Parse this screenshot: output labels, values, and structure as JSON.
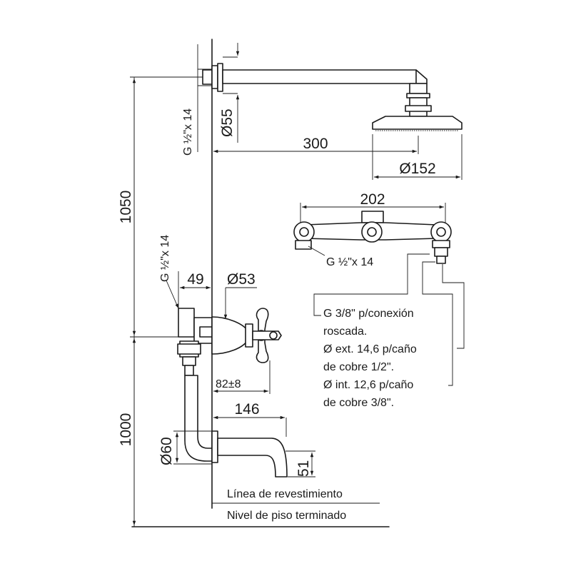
{
  "dimensions": {
    "height_shower": "1050",
    "height_floor": "1000",
    "arm_length": "300",
    "head_diameter": "Ø152",
    "flange_diameter": "Ø55",
    "thread_upper": "G ½\"x 14",
    "thread_mixer": "G ½\"x 14",
    "offset_49": "49",
    "handle_diameter": "Ø53",
    "depth_82": "82±8",
    "spout_146": "146",
    "spout_diameter": "Ø60",
    "spout_51": "51"
  },
  "detail": {
    "width_202": "202",
    "thread_label": "G ½\"x 14",
    "note_lines": [
      "G 3/8\" p/conexión",
      "roscada.",
      "Ø ext. 14,6 p/caño",
      "de cobre 1/2\".",
      "Ø int. 12,6 p/caño",
      "de cobre 3/8\"."
    ]
  },
  "labels": {
    "cladding_line": "Línea de revestimiento",
    "floor_level": "Nivel de piso terminado"
  }
}
